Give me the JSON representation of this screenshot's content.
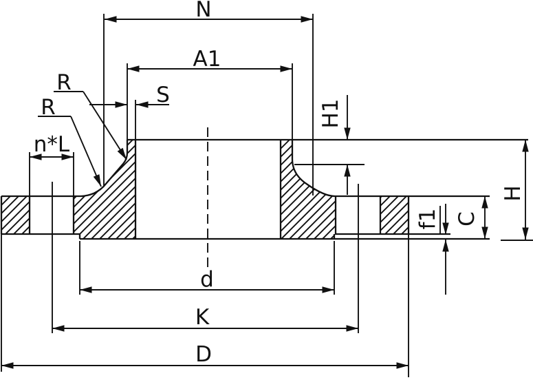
{
  "drawing": {
    "background_color": "#ffffff",
    "line_color": "#111111",
    "labels": {
      "N": "N",
      "A1": "A1",
      "S": "S",
      "R_upper": "R",
      "R_lower": "R",
      "nL": "n*L",
      "H1": "H1",
      "f1": "f1",
      "C": "C",
      "H": "H",
      "d": "d",
      "K": "K",
      "D": "D"
    }
  }
}
